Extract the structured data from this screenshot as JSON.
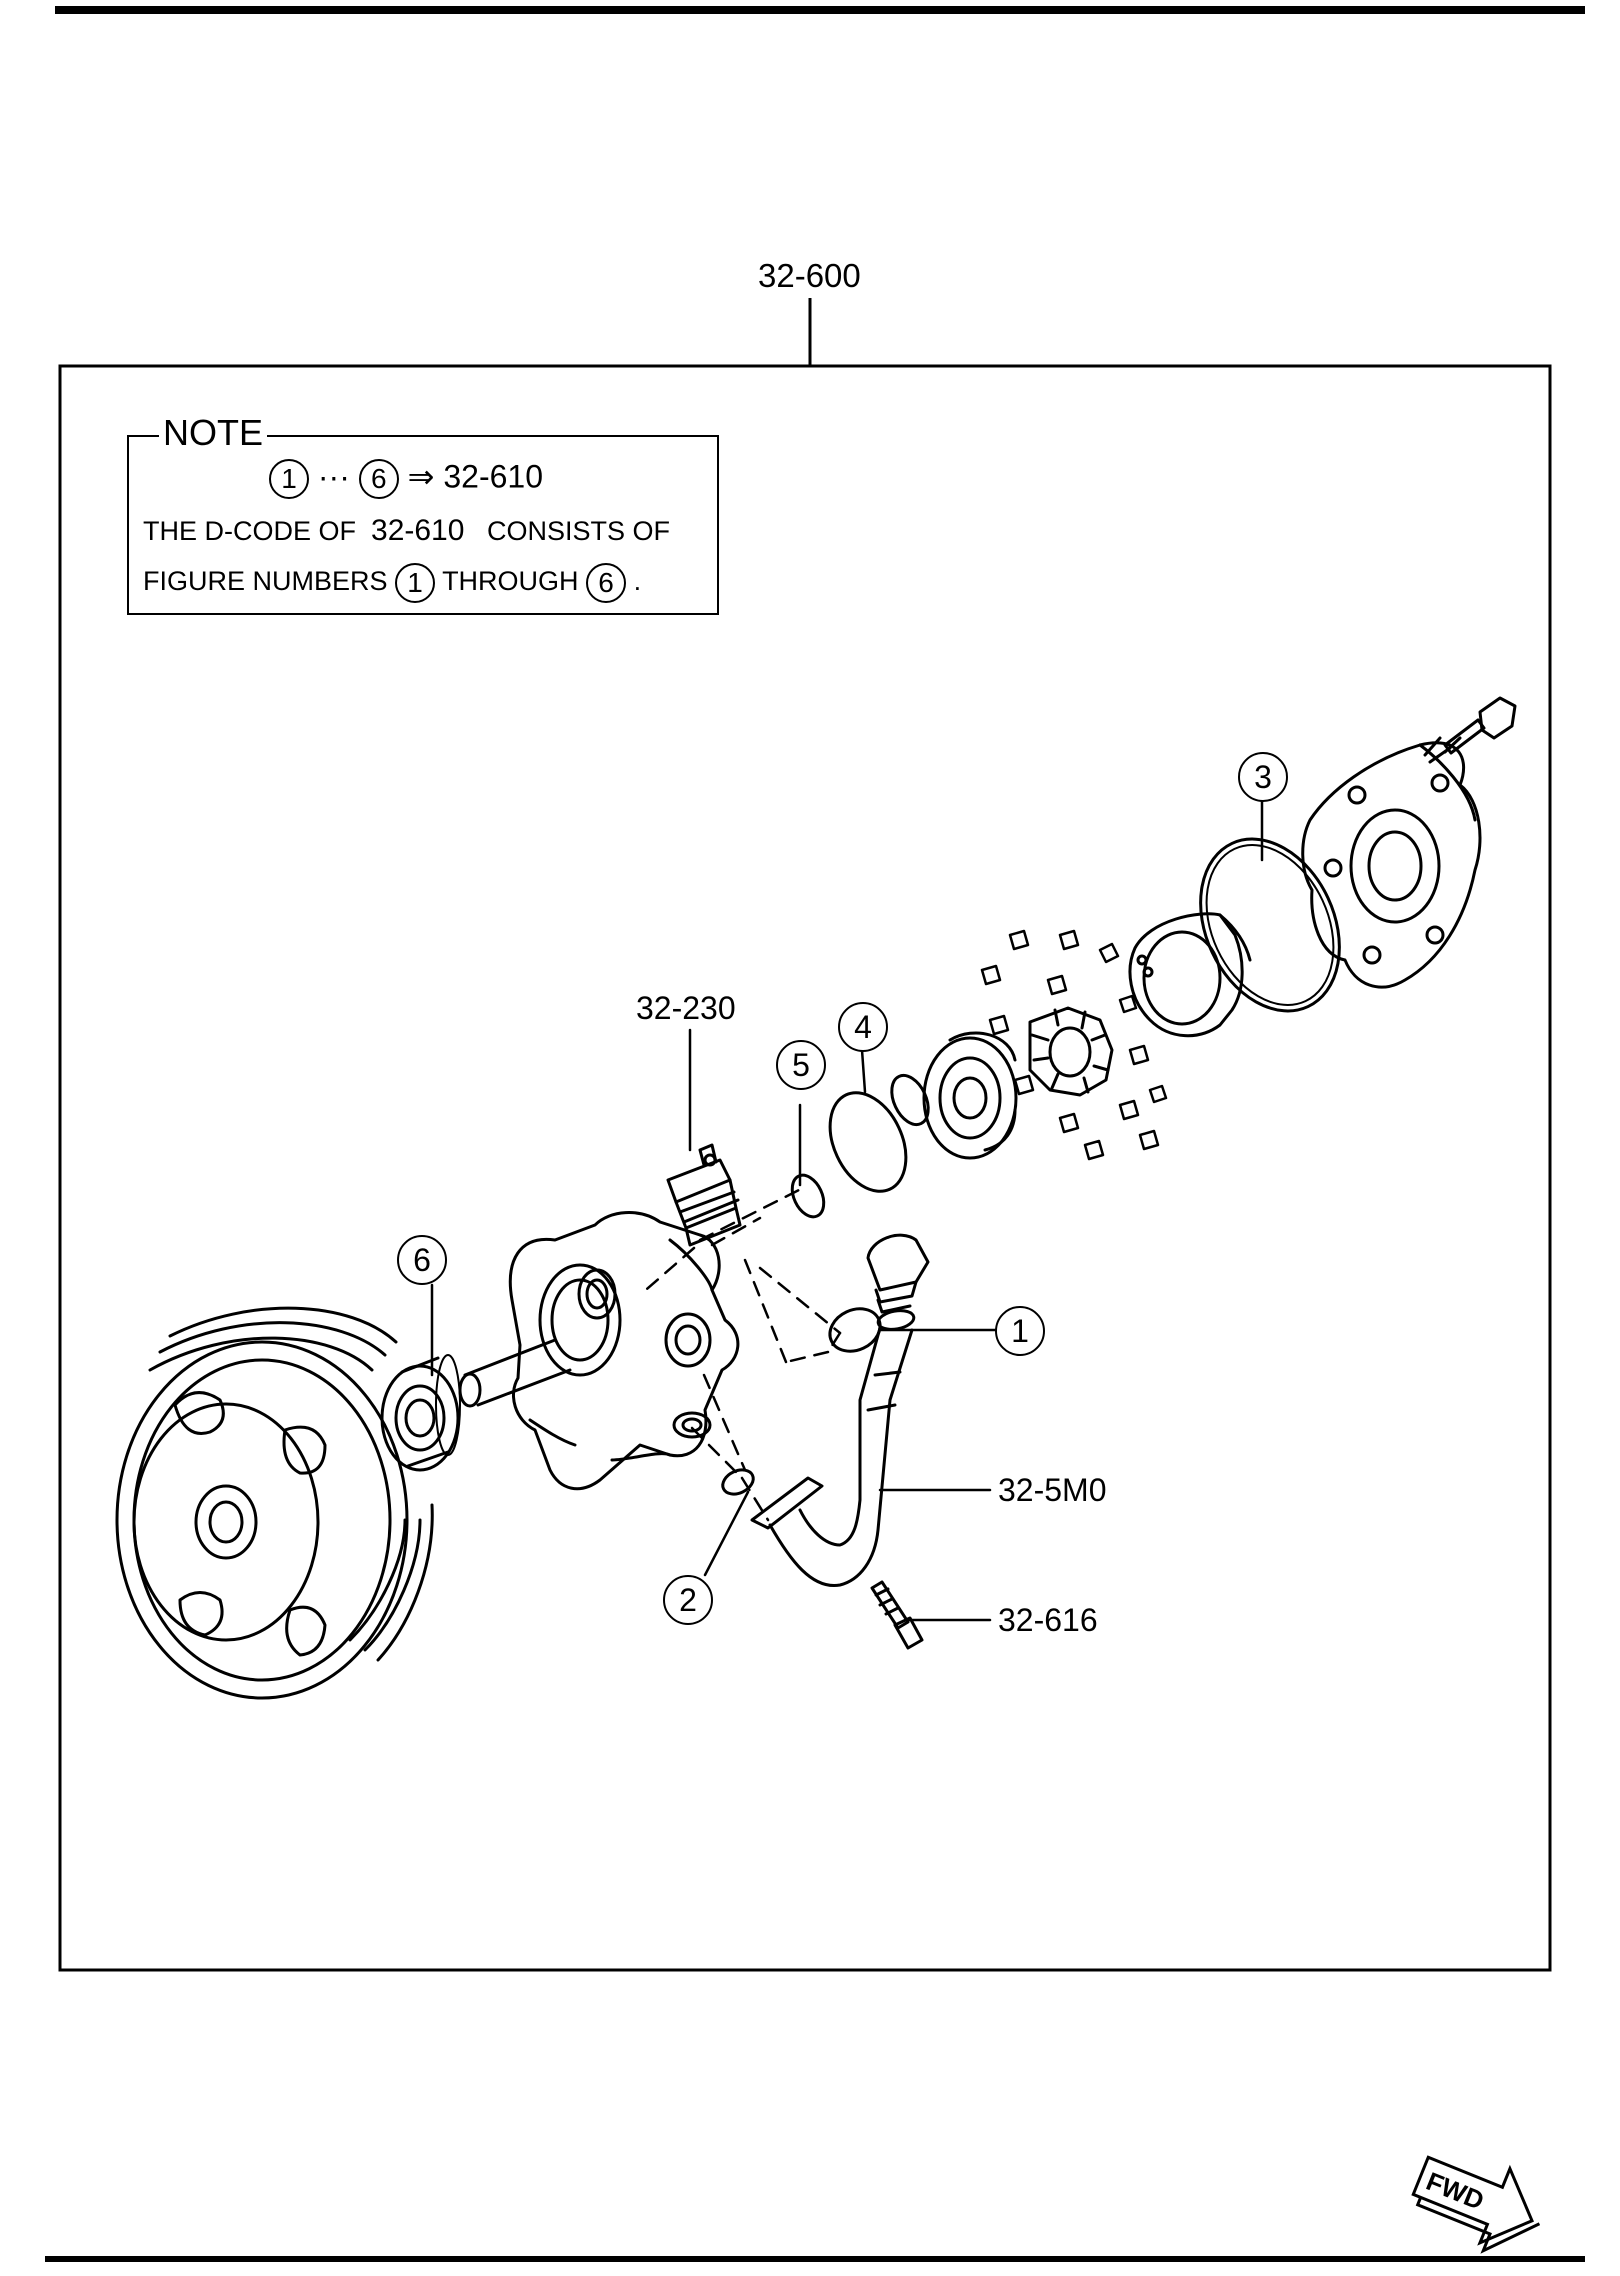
{
  "header": {
    "assembly_code": "32-600"
  },
  "note": {
    "title": "NOTE",
    "range_start": "1",
    "range_sep": "···",
    "range_end": "6",
    "arrow": "⇒",
    "range_code": "32-610",
    "line2_prefix": "THE D-CODE OF",
    "line2_code": "32-610",
    "line2_suffix": "CONSISTS OF",
    "line3_prefix": "FIGURE NUMBERS",
    "line3_from": "1",
    "line3_mid": "THROUGH",
    "line3_to": "6",
    "line3_end": "."
  },
  "callouts": {
    "pressure_switch": "32-230",
    "pipe": "32-5M0",
    "bolt": "32-616"
  },
  "figure_numbers": {
    "n1": "1",
    "n2": "2",
    "n3": "3",
    "n4": "4",
    "n5": "5",
    "n6": "6"
  },
  "fwd_badge": "FWD"
}
